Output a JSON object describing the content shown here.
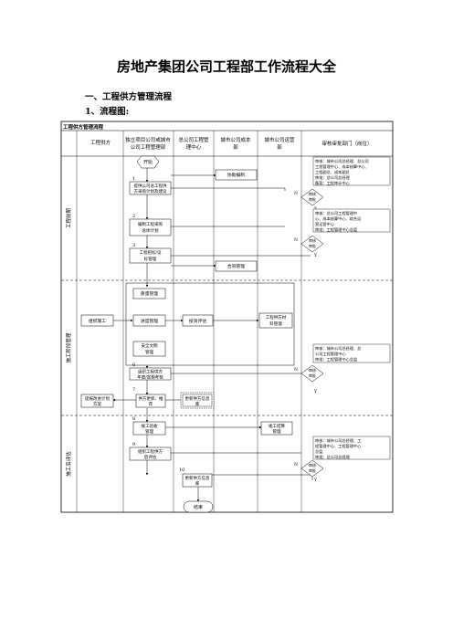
{
  "doc_title": "房地产集团公司工程部工作流程大全",
  "section_heading": "一、工程供方管理流程",
  "sub_heading": "1、流程图:",
  "flowchart": {
    "title": "工程供方管理流程",
    "columns": {
      "c1": "工程供方",
      "c2a": "独立项目公司或城市",
      "c2b": "公司工程管理部",
      "c3a": "总公司工程管",
      "c3b": "理中心",
      "c4a": "城市公司成本",
      "c4b": "部",
      "c5a": "城市公司运营",
      "c5b": "部",
      "c6": "审核审批部门（岗位）"
    },
    "phases": {
      "p1": "工程前期",
      "p2": "施工阶段管理",
      "p3": "施工后评估"
    },
    "nodes": {
      "start": "开始",
      "n1_num": "1",
      "n1a": "提供公司总工程供",
      "n1b": "方采购计划及建议",
      "n2_num": "2",
      "n2a": "编制工程采购",
      "n2b": "总体计划",
      "n3_num": "3",
      "n3a": "工程招标/议",
      "n3b": "标管理",
      "bid_compile": "协助编制",
      "contract_mgmt": "合同管理",
      "quality_mgmt": "质量管理",
      "site_construction": "组织施工",
      "progress_mgmt": "进度管理",
      "cost_eval": "投资评估",
      "material_a": "工程供方材",
      "material_b": "料管理",
      "safety_a": "安全文明",
      "safety_b": "管理",
      "n6_num": "6",
      "n6a": "组织工程供方",
      "n6b": "年度/定期考核",
      "n7_num": "7",
      "rectify_a": "提报改进计划",
      "rectify_b": "方案",
      "supplier_upd_a": "供方更新、推",
      "supplier_upd_b": "荐",
      "pool_a": "更新供方信息",
      "pool_b": "库",
      "n8_num": "8",
      "acceptance_a": "竣工验收",
      "acceptance_b": "管理",
      "settlement_a": "竣工结算",
      "settlement_b": "管理",
      "n9_num": "9",
      "post_eval_a": "组织工程供方",
      "post_eval_b": "后评估",
      "n10_num": "10",
      "pool2_a": "更新供方信息",
      "pool2_b": "库",
      "end": "结束",
      "review": "审核",
      "approve": "审批",
      "y": "Y",
      "n": "N"
    },
    "approvals": {
      "a1": [
        "审核：城市公司总经理、总公司",
        "工程管理中心、成本核算中心、",
        "工程副总、成本副总",
        "审批：总公司总经理",
        "备案：工程审计中心"
      ],
      "a2": [
        "审核：总公司工程管理中",
        "心、成本核算中心、综合运",
        "营运营中心",
        "审批：工程管理中心总监"
      ],
      "a3": [
        "审核：城市公司总经理、总",
        "公司工程管理中心",
        "审批：工程管理中心总监"
      ],
      "a4": [
        "审核：城市公司总经理、工",
        "程管理中心、工程管理中心",
        "总监",
        "审批：总公司总经理"
      ]
    }
  }
}
